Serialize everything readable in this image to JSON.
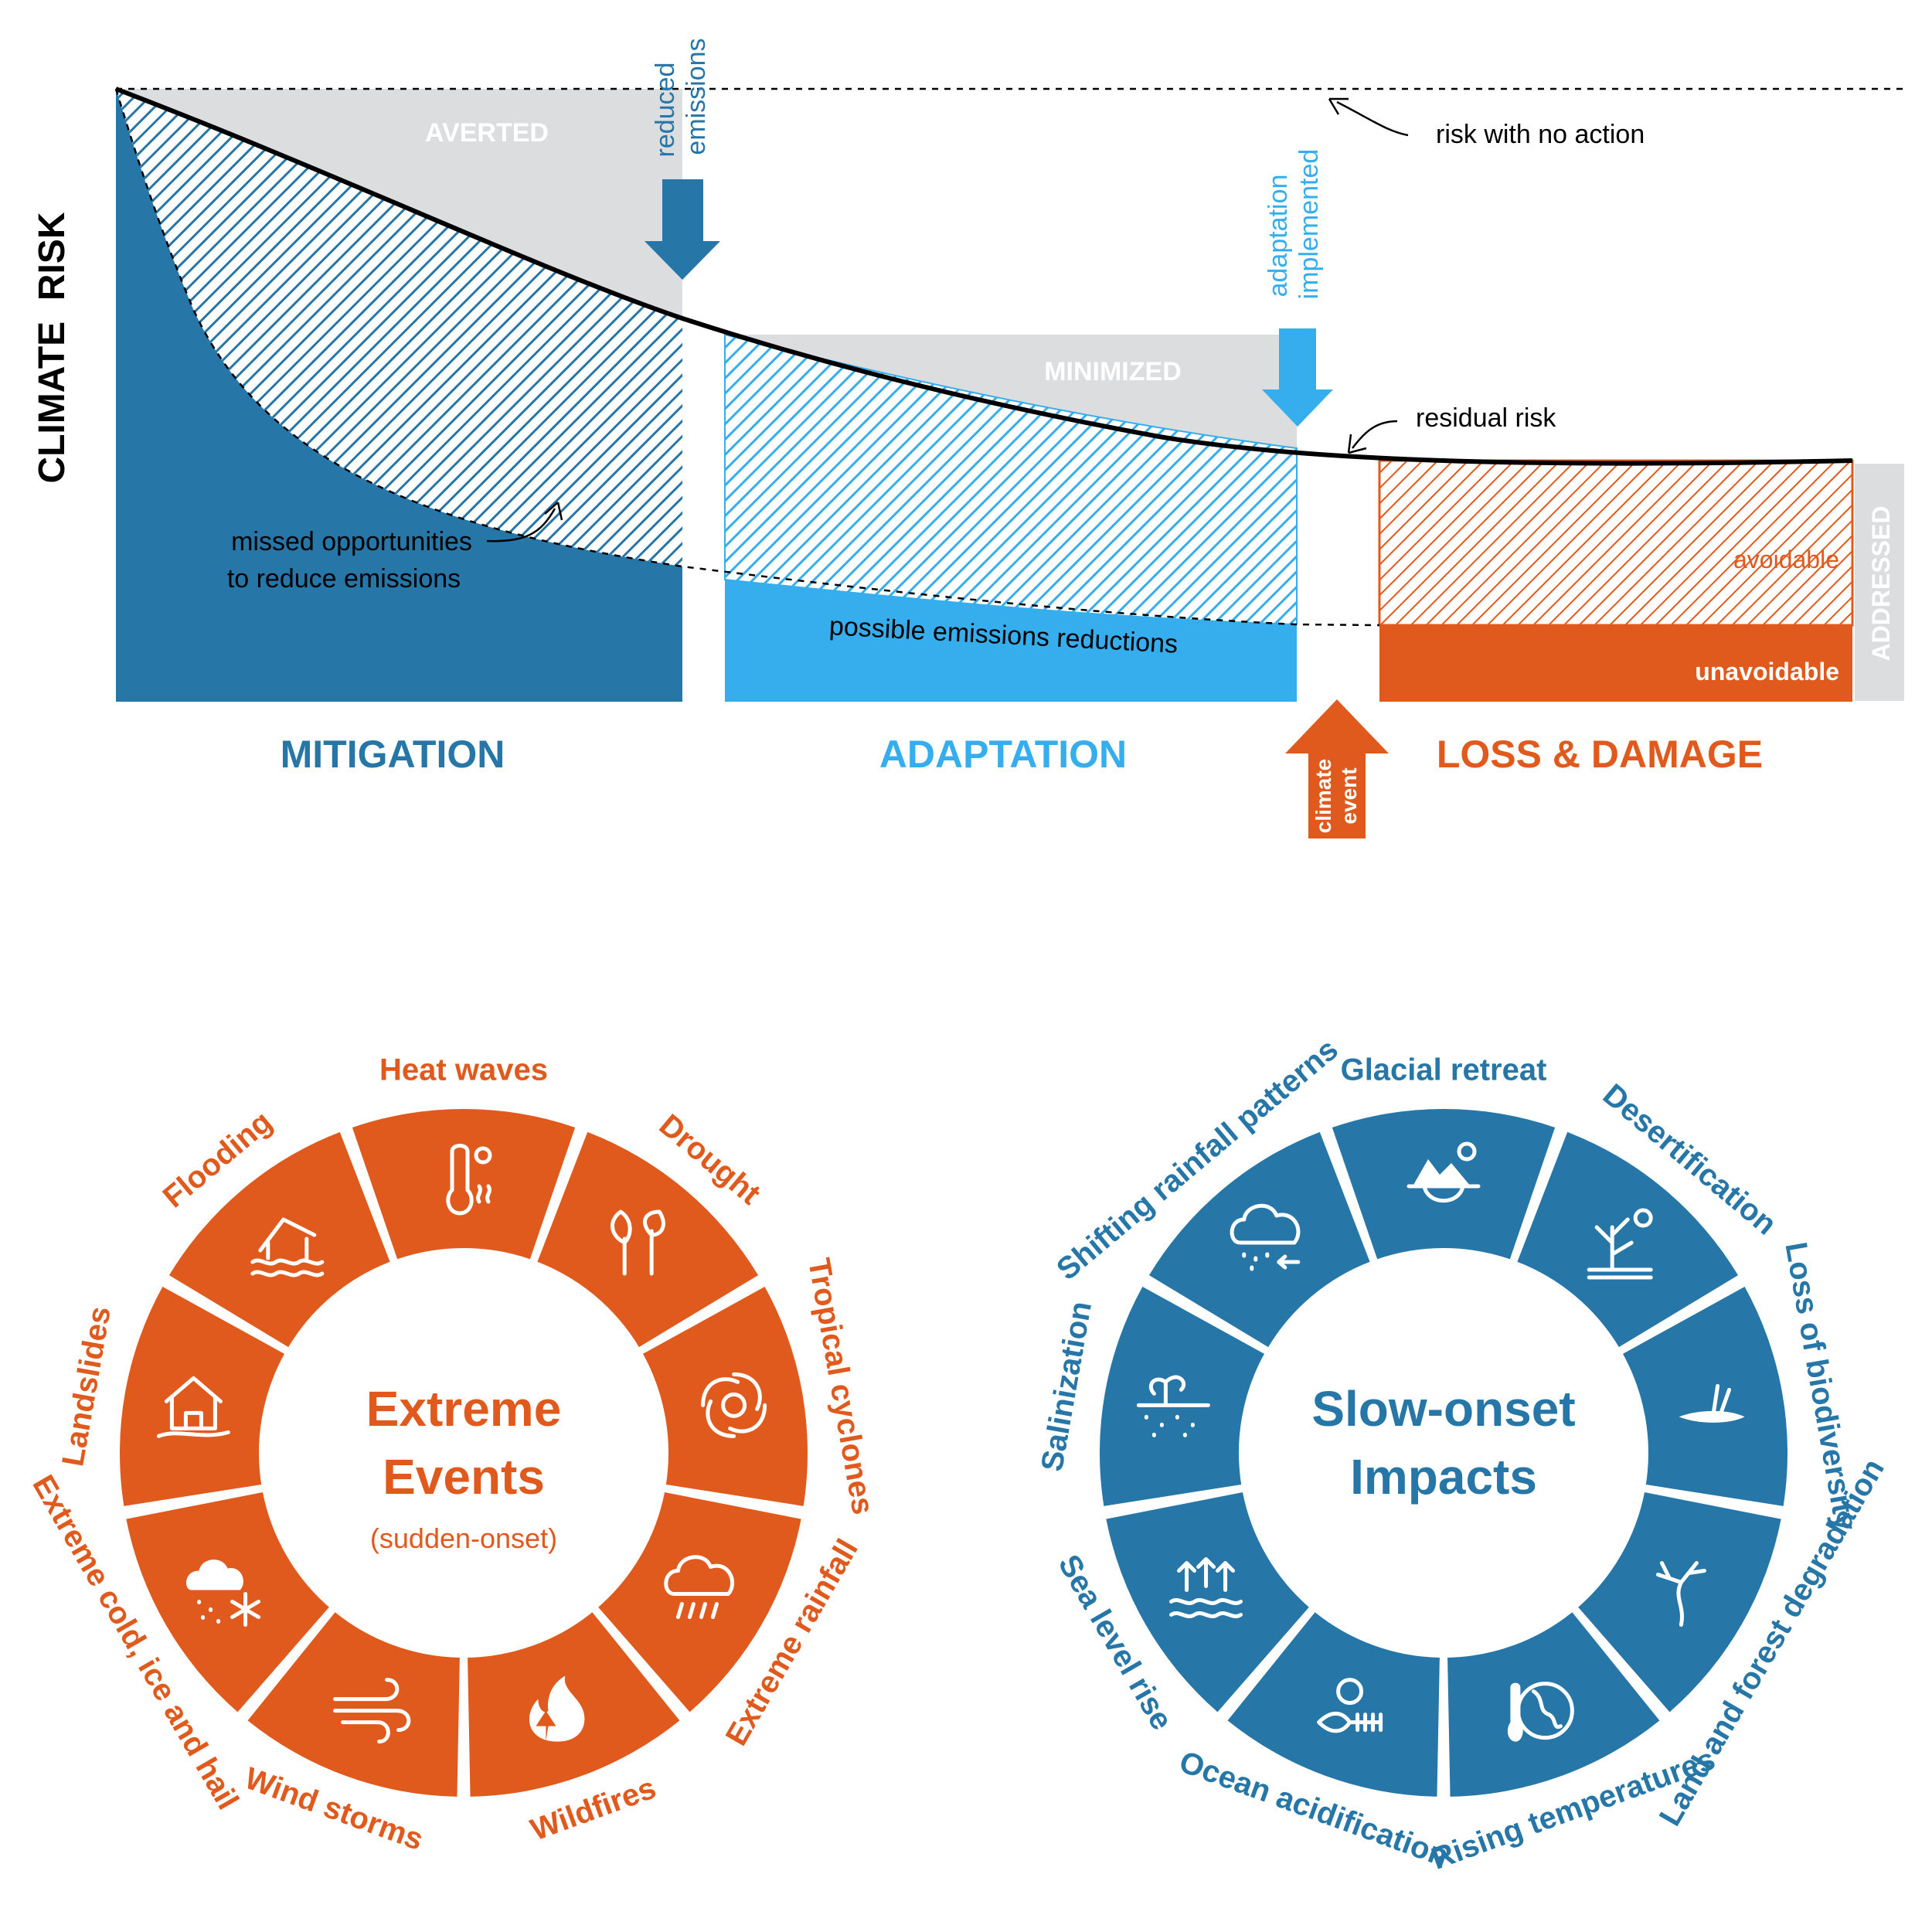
{
  "colors": {
    "mitigation": "#2676a8",
    "adaptation": "#36adec",
    "loss": "#e05a1e",
    "gray": "#dcdddf",
    "black": "#000000"
  },
  "risk_chart": {
    "y_axis_label": "CLIMATE  RISK",
    "averted_label": "AVERTED",
    "minimized_label": "MINIMIZED",
    "addressed_label": "ADDRESSED",
    "reduced_emissions_label": [
      "reduced",
      "emissions"
    ],
    "adaptation_implemented_label": [
      "adaptation",
      "implemented"
    ],
    "risk_no_action_label": "risk with no action",
    "residual_risk_label": "residual risk",
    "missed_opportunities_label": [
      "missed opportunities",
      "to reduce emissions"
    ],
    "possible_reductions_label": "possible emissions reductions",
    "avoidable_label": "avoidable",
    "unavoidable_label": "unavoidable",
    "climate_event_label": [
      "climate",
      "event"
    ],
    "sections": {
      "mitigation": "MITIGATION",
      "adaptation": "ADAPTATION",
      "loss_damage": "LOSS & DAMAGE"
    }
  },
  "extreme_events": {
    "title_line1": "Extreme",
    "title_line2": "Events",
    "subtitle": "(sudden-onset)",
    "segments": [
      {
        "label": "Drought",
        "icon": "drought-icon"
      },
      {
        "label": "Tropical cyclones",
        "icon": "cyclone-icon"
      },
      {
        "label": "Extreme rainfall",
        "icon": "rain-cloud-icon"
      },
      {
        "label": "Wildfires",
        "icon": "wildfire-icon"
      },
      {
        "label": "Wind storms",
        "icon": "wind-icon"
      },
      {
        "label": "Extreme cold, ice and hail",
        "icon": "snow-cloud-icon"
      },
      {
        "label": "Landslides",
        "icon": "landslide-house-icon"
      },
      {
        "label": "Flooding",
        "icon": "flooded-house-icon"
      },
      {
        "label": "Heat waves",
        "icon": "thermometer-sun-icon"
      }
    ]
  },
  "slow_onset": {
    "title_line1": "Slow-onset",
    "title_line2": "Impacts",
    "segments": [
      {
        "label": "Desertification",
        "icon": "dead-tree-sun-icon"
      },
      {
        "label": "Loss of biodiversity",
        "icon": "dead-bird-icon"
      },
      {
        "label": "Land and forest degradation",
        "icon": "bare-tree-icon"
      },
      {
        "label": "Rising temperatures",
        "icon": "globe-thermometer-icon"
      },
      {
        "label": "Ocean acidification",
        "icon": "fish-bones-co2-icon"
      },
      {
        "label": "Sea level rise",
        "icon": "rising-waves-icon"
      },
      {
        "label": "Salinization",
        "icon": "salty-sprout-icon"
      },
      {
        "label": "Shifting rainfall patterns",
        "icon": "rain-cloud-arrow-icon"
      },
      {
        "label": "Glacial retreat",
        "icon": "iceberg-sun-icon"
      }
    ]
  }
}
